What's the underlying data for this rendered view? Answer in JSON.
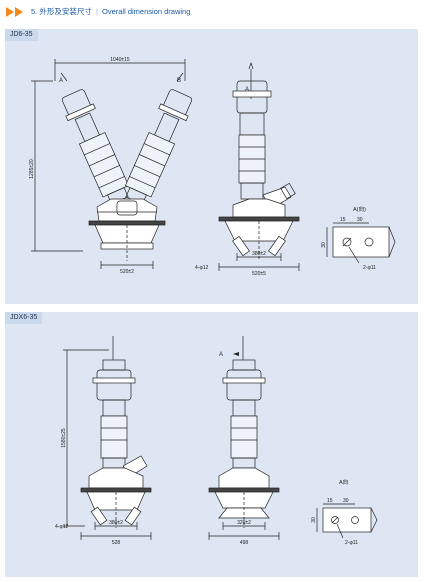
{
  "header": {
    "number": "5.",
    "title_cn": "外形及安装尺寸",
    "title_en": "Overall dimension drawing"
  },
  "panel1": {
    "model": "JD6-35",
    "front": {
      "label_a": "A",
      "label_b": "B",
      "width": "1040±15",
      "height": "1285±20",
      "base": "520±2",
      "holes": "4-φ12"
    },
    "side": {
      "label_a": "A",
      "inner": "380±2",
      "outer": "520±5"
    },
    "view": {
      "title": "A(向)",
      "d1": "15",
      "d2": "30",
      "d3": "30",
      "holes": "2-φ11"
    }
  },
  "panel2": {
    "model": "JDX6-35",
    "front": {
      "height": "1580±25",
      "holes": "4-φ12",
      "inner": "380±2",
      "outer": "528"
    },
    "side": {
      "label_a": "A",
      "inner": "320±2",
      "outer": "498"
    },
    "view": {
      "title": "A向",
      "d1": "15",
      "d2": "30",
      "d3": "30",
      "holes": "2-φ11"
    }
  },
  "colors": {
    "panel": "#dde6f2",
    "accent": "#1a5aa8",
    "arrow": "#f08a1c"
  }
}
